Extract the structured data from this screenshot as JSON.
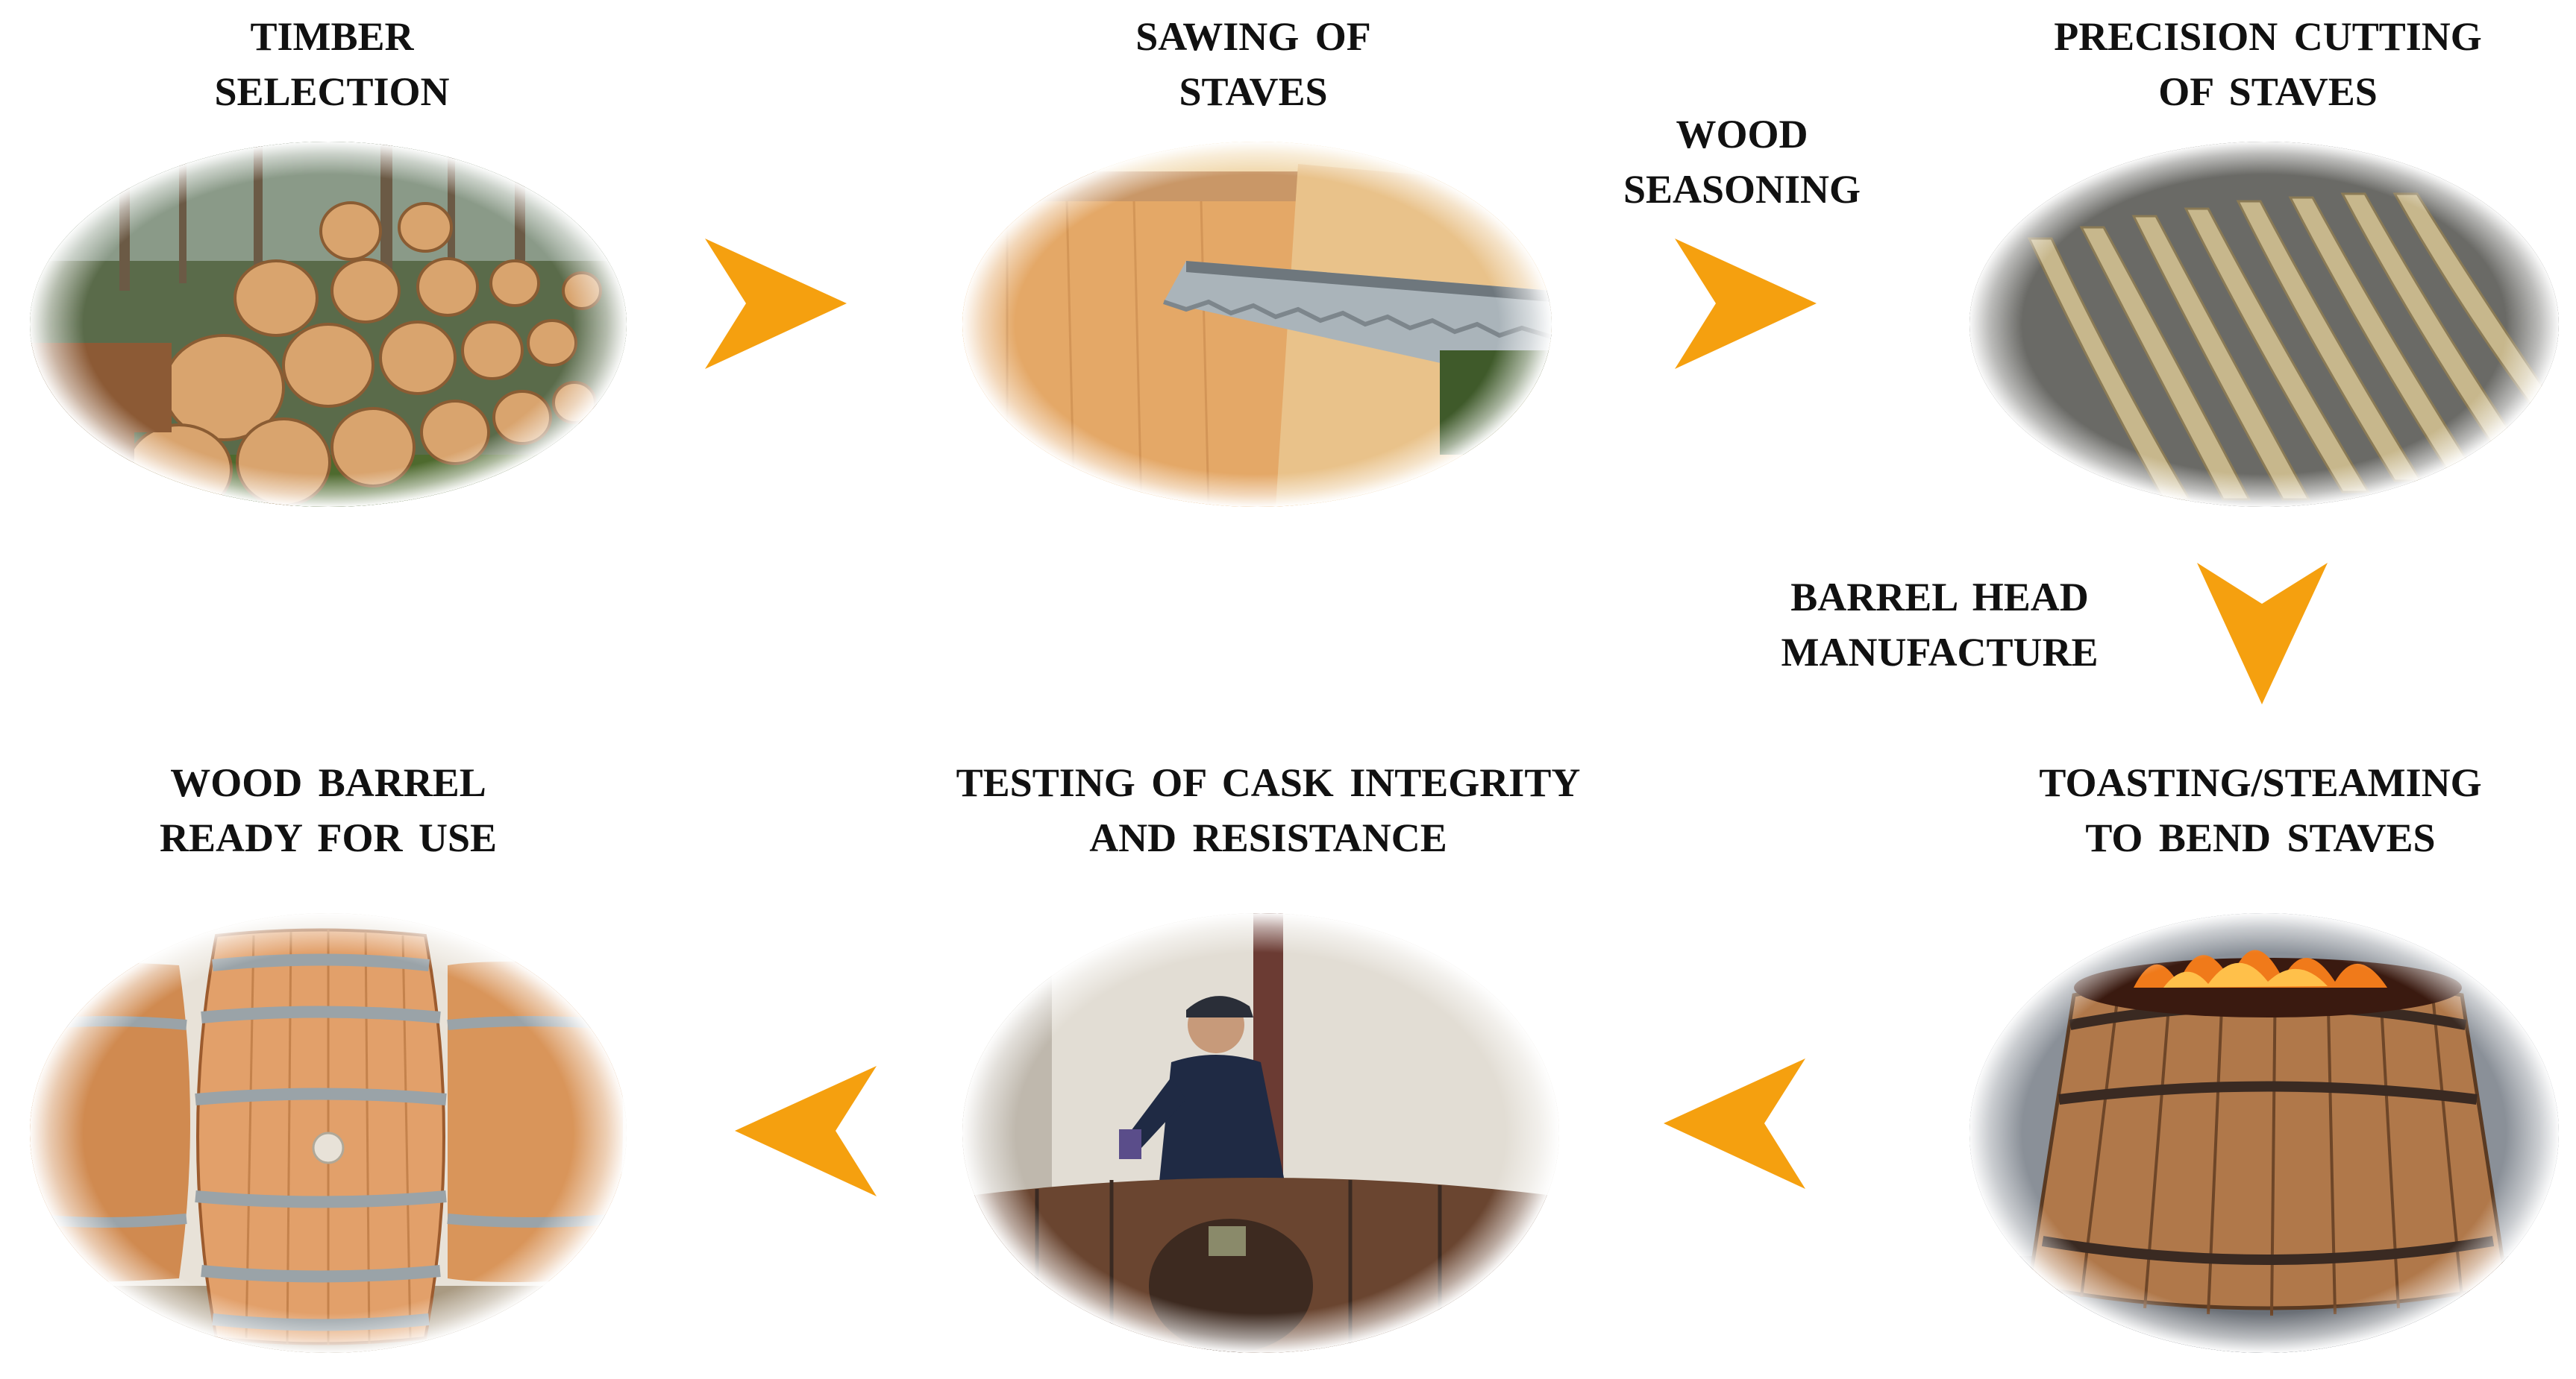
{
  "steps": {
    "timber_selection": {
      "line1": "TIMBER",
      "line2": "SELECTION"
    },
    "sawing": {
      "line1": "SAWING  OF",
      "line2": "STAVES"
    },
    "seasoning": {
      "line1": "WOOD",
      "line2": "SEASONING"
    },
    "precision_cutting": {
      "line1": "PRECISION  CUTTING",
      "line2": "OF STAVES"
    },
    "barrel_head": {
      "line1": "BARREL HEAD",
      "line2": "MANUFACTURE"
    },
    "toasting": {
      "line1": "TOASTING/STEAMING",
      "line2": "TO BEND STAVES"
    },
    "testing": {
      "line1": "TESTING  OF CASK INTEGRITY",
      "line2": "AND RESISTANCE"
    },
    "ready": {
      "line1": "WOOD  BARREL",
      "line2": "READY FOR USE"
    }
  },
  "colors": {
    "arrow": "#F5A00F",
    "text": "#111111",
    "wood_light": "#E2B27E",
    "wood_dark": "#9C5B2E",
    "metal": "#9AA3A8"
  },
  "icons": {
    "arrow": "chevron-arrowhead-icon"
  }
}
